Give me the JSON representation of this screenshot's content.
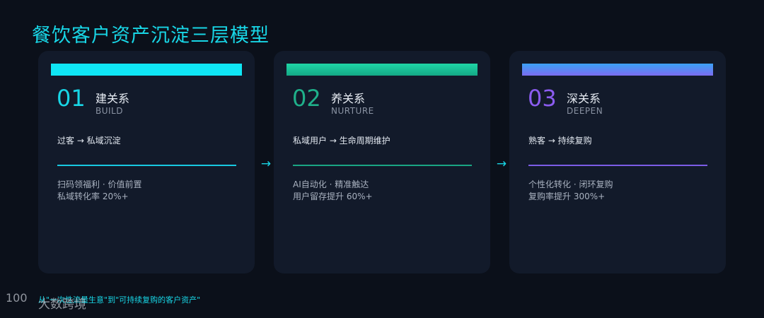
{
  "title": "餐饮客户资产沉淀三层模型",
  "cards": [
    {
      "number": "01",
      "name": "建关系",
      "en": "BUILD",
      "desc": "过客 → 私域沉淀",
      "detail_line1": "扫码领福利 · 价值前置",
      "detail_line2": "私域转化率 20%+",
      "color": "#18d6e6"
    },
    {
      "number": "02",
      "name": "养关系",
      "en": "NURTURE",
      "desc": "私域用户 → 生命周期维护",
      "detail_line1": "AI自动化 · 精准触达",
      "detail_line2": "用户留存提升 60%+",
      "color": "#1fb08a"
    },
    {
      "number": "03",
      "name": "深关系",
      "en": "DEEPEN",
      "desc": "熟客 → 持续复购",
      "detail_line1": "个性化转化 · 闭环复购",
      "detail_line2": "复购率提升 300%+",
      "color": "#8b5cf0"
    }
  ],
  "arrows": [
    "→",
    "→"
  ],
  "footer": "从\"一次性流量生意\"到\"可持续复购的客户资产\"",
  "logo": {
    "mark": "100",
    "text": "大数跨境"
  }
}
